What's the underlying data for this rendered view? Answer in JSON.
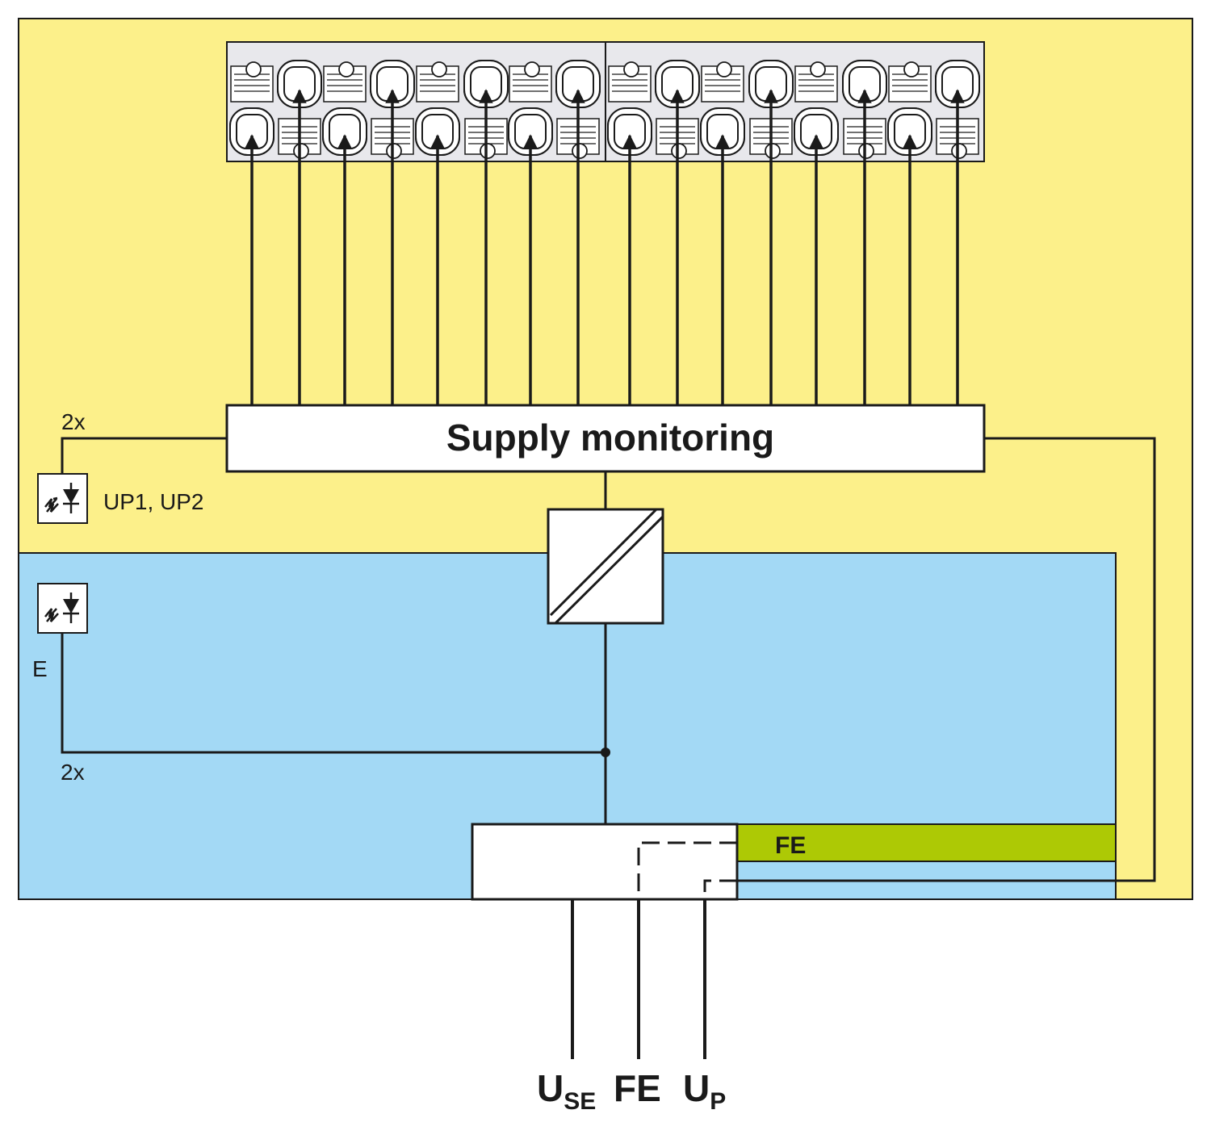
{
  "labels": {
    "supply_monitoring": "Supply monitoring",
    "count_top": "2x",
    "count_bottom": "2x",
    "up_label": "UP1, UP2",
    "e_label": "E",
    "fe_bar": "FE"
  },
  "terminals": {
    "use_main": "U",
    "use_sub": "SE",
    "fe": "FE",
    "up_main": "U",
    "up_sub": "P"
  },
  "icons": {
    "led_up": "led-diode-icon",
    "led_e": "led-diode-icon",
    "converter": "dc-dc-converter-icon",
    "connector": "terminal-connector-icon"
  },
  "colors": {
    "logic_area": "#fcf08a",
    "io_area": "#a3d9f5",
    "fe_bar": "#adc905",
    "connector": "#e8e8ec",
    "line": "#1a1a1a",
    "box": "#ffffff"
  }
}
